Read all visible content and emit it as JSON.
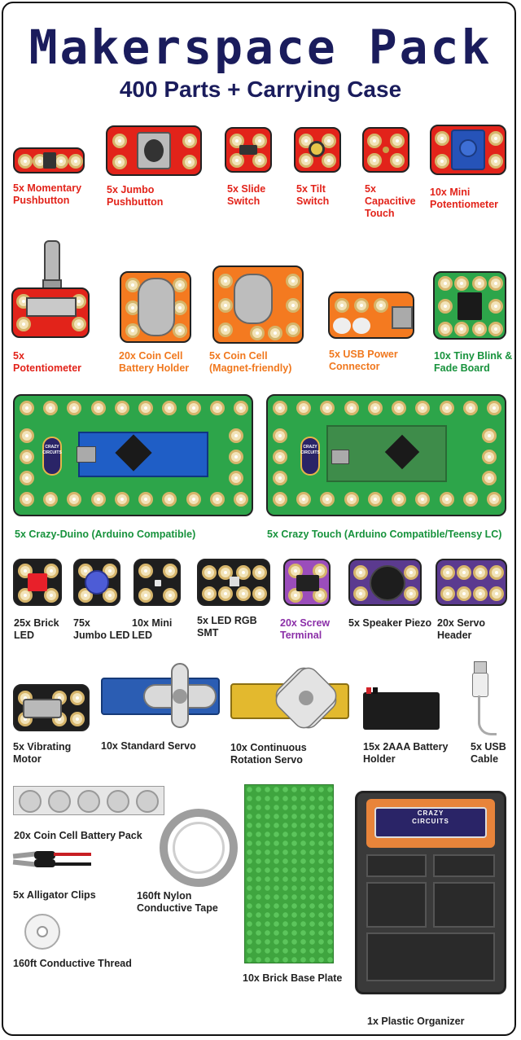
{
  "header": {
    "title": "Makerspace Pack",
    "subtitle": "400 Parts + Carrying Case"
  },
  "parts": {
    "momentary_pushbutton": "5x Momentary\nPushbutton",
    "jumbo_pushbutton": "5x Jumbo\nPushbutton",
    "slide_switch": "5x Slide\nSwitch",
    "tilt_switch": "5x Tilt\nSwitch",
    "capacitive_touch": "5x\nCapacitive\nTouch",
    "mini_potentiometer": "10x Mini\nPotentiometer",
    "potentiometer": "5x\nPotentiometer",
    "coin_cell_holder": "20x Coin Cell\nBattery Holder",
    "coin_cell_magnet": "5x Coin Cell\n(Magnet-friendly)",
    "usb_power": "5x USB Power\nConnector",
    "tiny_blink": "10x Tiny Blink &\nFade Board",
    "crazy_duino": "5x Crazy-Duino (Arduino Compatible)",
    "crazy_touch": "5x Crazy Touch (Arduino Compatible/Teensy LC)",
    "brick_led": "25x Brick\nLED",
    "jumbo_led": "75x\nJumbo LED",
    "mini_led": "10x Mini\nLED",
    "led_rgb": "5x LED RGB\nSMT",
    "screw_terminal": "20x Screw\nTerminal",
    "speaker_piezo": "5x Speaker Piezo",
    "servo_header": "20x Servo\nHeader",
    "vibrating_motor": "5x Vibrating\nMotor",
    "standard_servo": "10x Standard Servo",
    "continuous_servo": "10x Continuous\nRotation Servo",
    "battery_holder_2aaa": "15x 2AAA Battery\nHolder",
    "usb_cable": "5x USB\nCable",
    "coin_cell_pack": "20x Coin Cell Battery Pack",
    "alligator_clips": "5x Alligator Clips",
    "conductive_thread": "160ft Conductive Thread",
    "conductive_tape": "160ft Nylon\nConductive Tape",
    "brick_base_plate": "10x Brick Base Plate",
    "plastic_organizer": "1x Plastic Organizer"
  },
  "board_logo": {
    "line1": "CRAZY",
    "line2": "CIRCUITS"
  },
  "colors": {
    "title": "#1a1c5c",
    "red_label": "#e2231a",
    "orange_label": "#f0781e",
    "green_label": "#17923c",
    "purple_label": "#8b2fa8"
  }
}
